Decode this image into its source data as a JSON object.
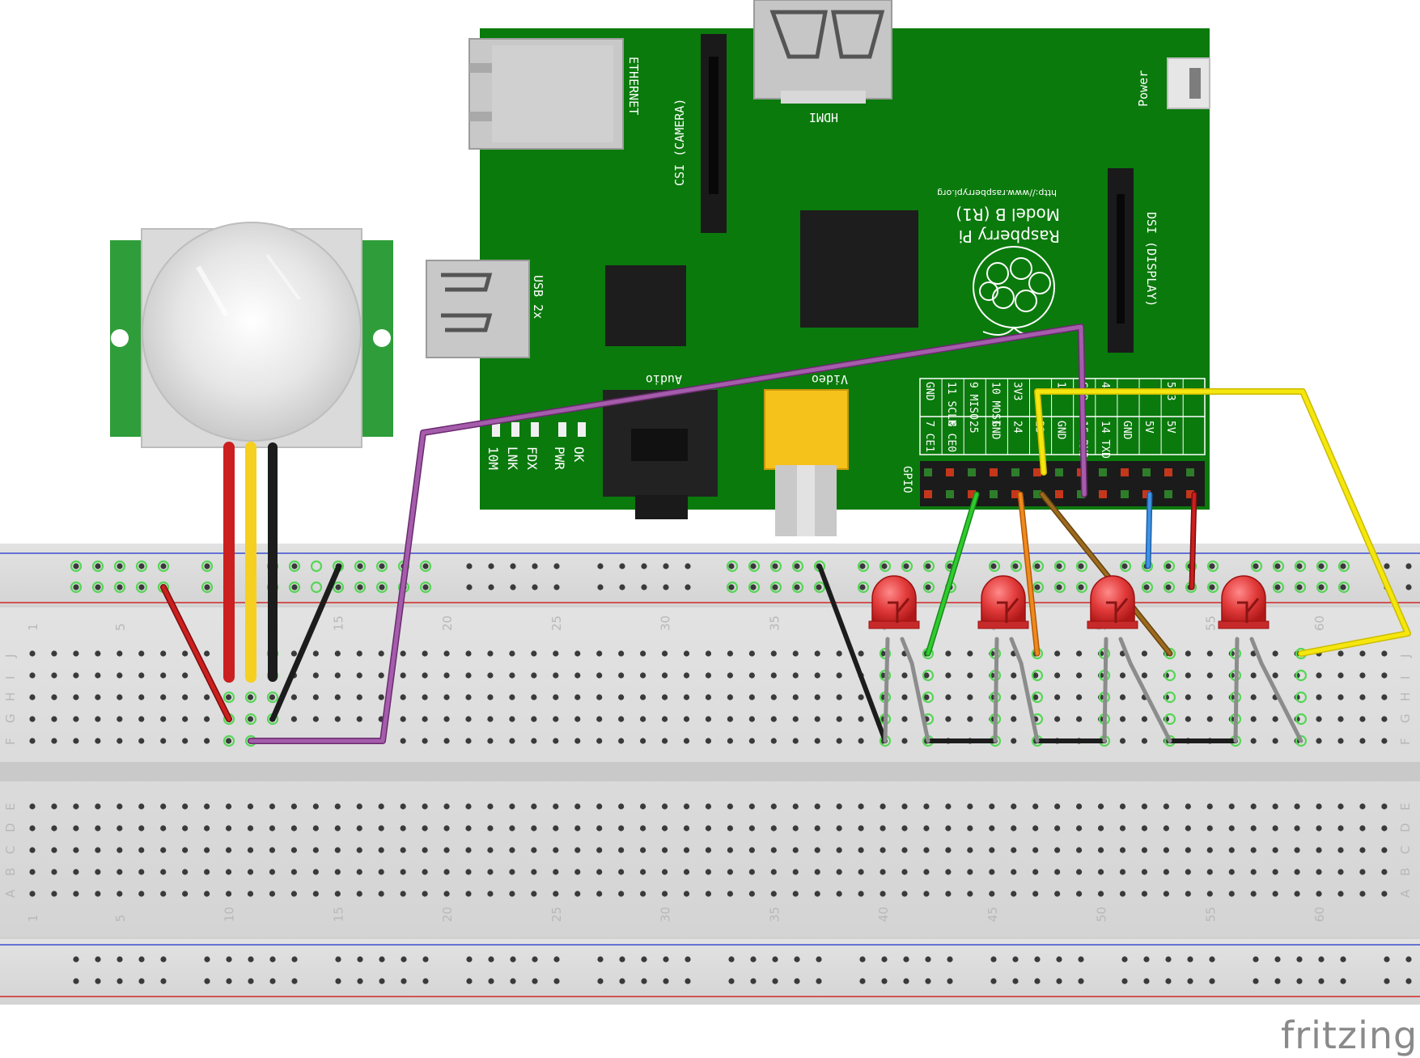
{
  "board": {
    "name_line1": "Raspberry Pi",
    "name_line2": "Model B (R1)",
    "url": "http://www.raspberrypi.org",
    "connectors": {
      "ethernet": "ETHERNET",
      "hdmi": "HDMI",
      "power": "Power",
      "csi": "CSI (CAMERA)",
      "dsi": "DSI (DISPLAY)",
      "usb": "USB 2x",
      "audio": "Audio",
      "video": "Video",
      "gpio": "GPIO"
    },
    "leds": [
      "OK",
      "PWR",
      "FDX",
      "LNK",
      "10M"
    ],
    "gpio_top_row": [
      "GND",
      "11 SCLK",
      "9 MISO",
      "10 MOSI",
      "3V3",
      "",
      "1",
      "GND",
      "4",
      "",
      "",
      "5V3"
    ],
    "gpio_bottom_row": [
      "7 CE1",
      "8 CE0",
      "25",
      "GND",
      "24",
      "23",
      "GND",
      "15 RXD",
      "14 TXD",
      "GND",
      "5V",
      "5V"
    ]
  },
  "breadboard": {
    "column_numbers": [
      "1",
      "5",
      "10",
      "15",
      "20",
      "25",
      "30",
      "35",
      "40",
      "45",
      "50",
      "55",
      "60"
    ],
    "rows_upper": [
      "J",
      "I",
      "H",
      "G",
      "F"
    ],
    "rows_lower": [
      "E",
      "D",
      "C",
      "B",
      "A"
    ]
  },
  "components": {
    "pir_sensor": "PIR motion sensor",
    "led_color": "#e23b3b",
    "led_count": 4
  },
  "wire_colors": {
    "red": "#cc1f1f",
    "yellow": "#f5e60e",
    "black": "#1c1c1c",
    "purple": "#9b4aa0",
    "green": "#22b022",
    "orange": "#e8760f",
    "brown": "#8a5a14",
    "blue": "#2a7fd4",
    "gray": "#8c8c8c"
  },
  "colors": {
    "pcb_green": "#0a7a0c",
    "breadboard": "#dcdcdc",
    "rail_blue": "#3a4fd0",
    "rail_red": "#d02828"
  },
  "watermark": "fritzing"
}
